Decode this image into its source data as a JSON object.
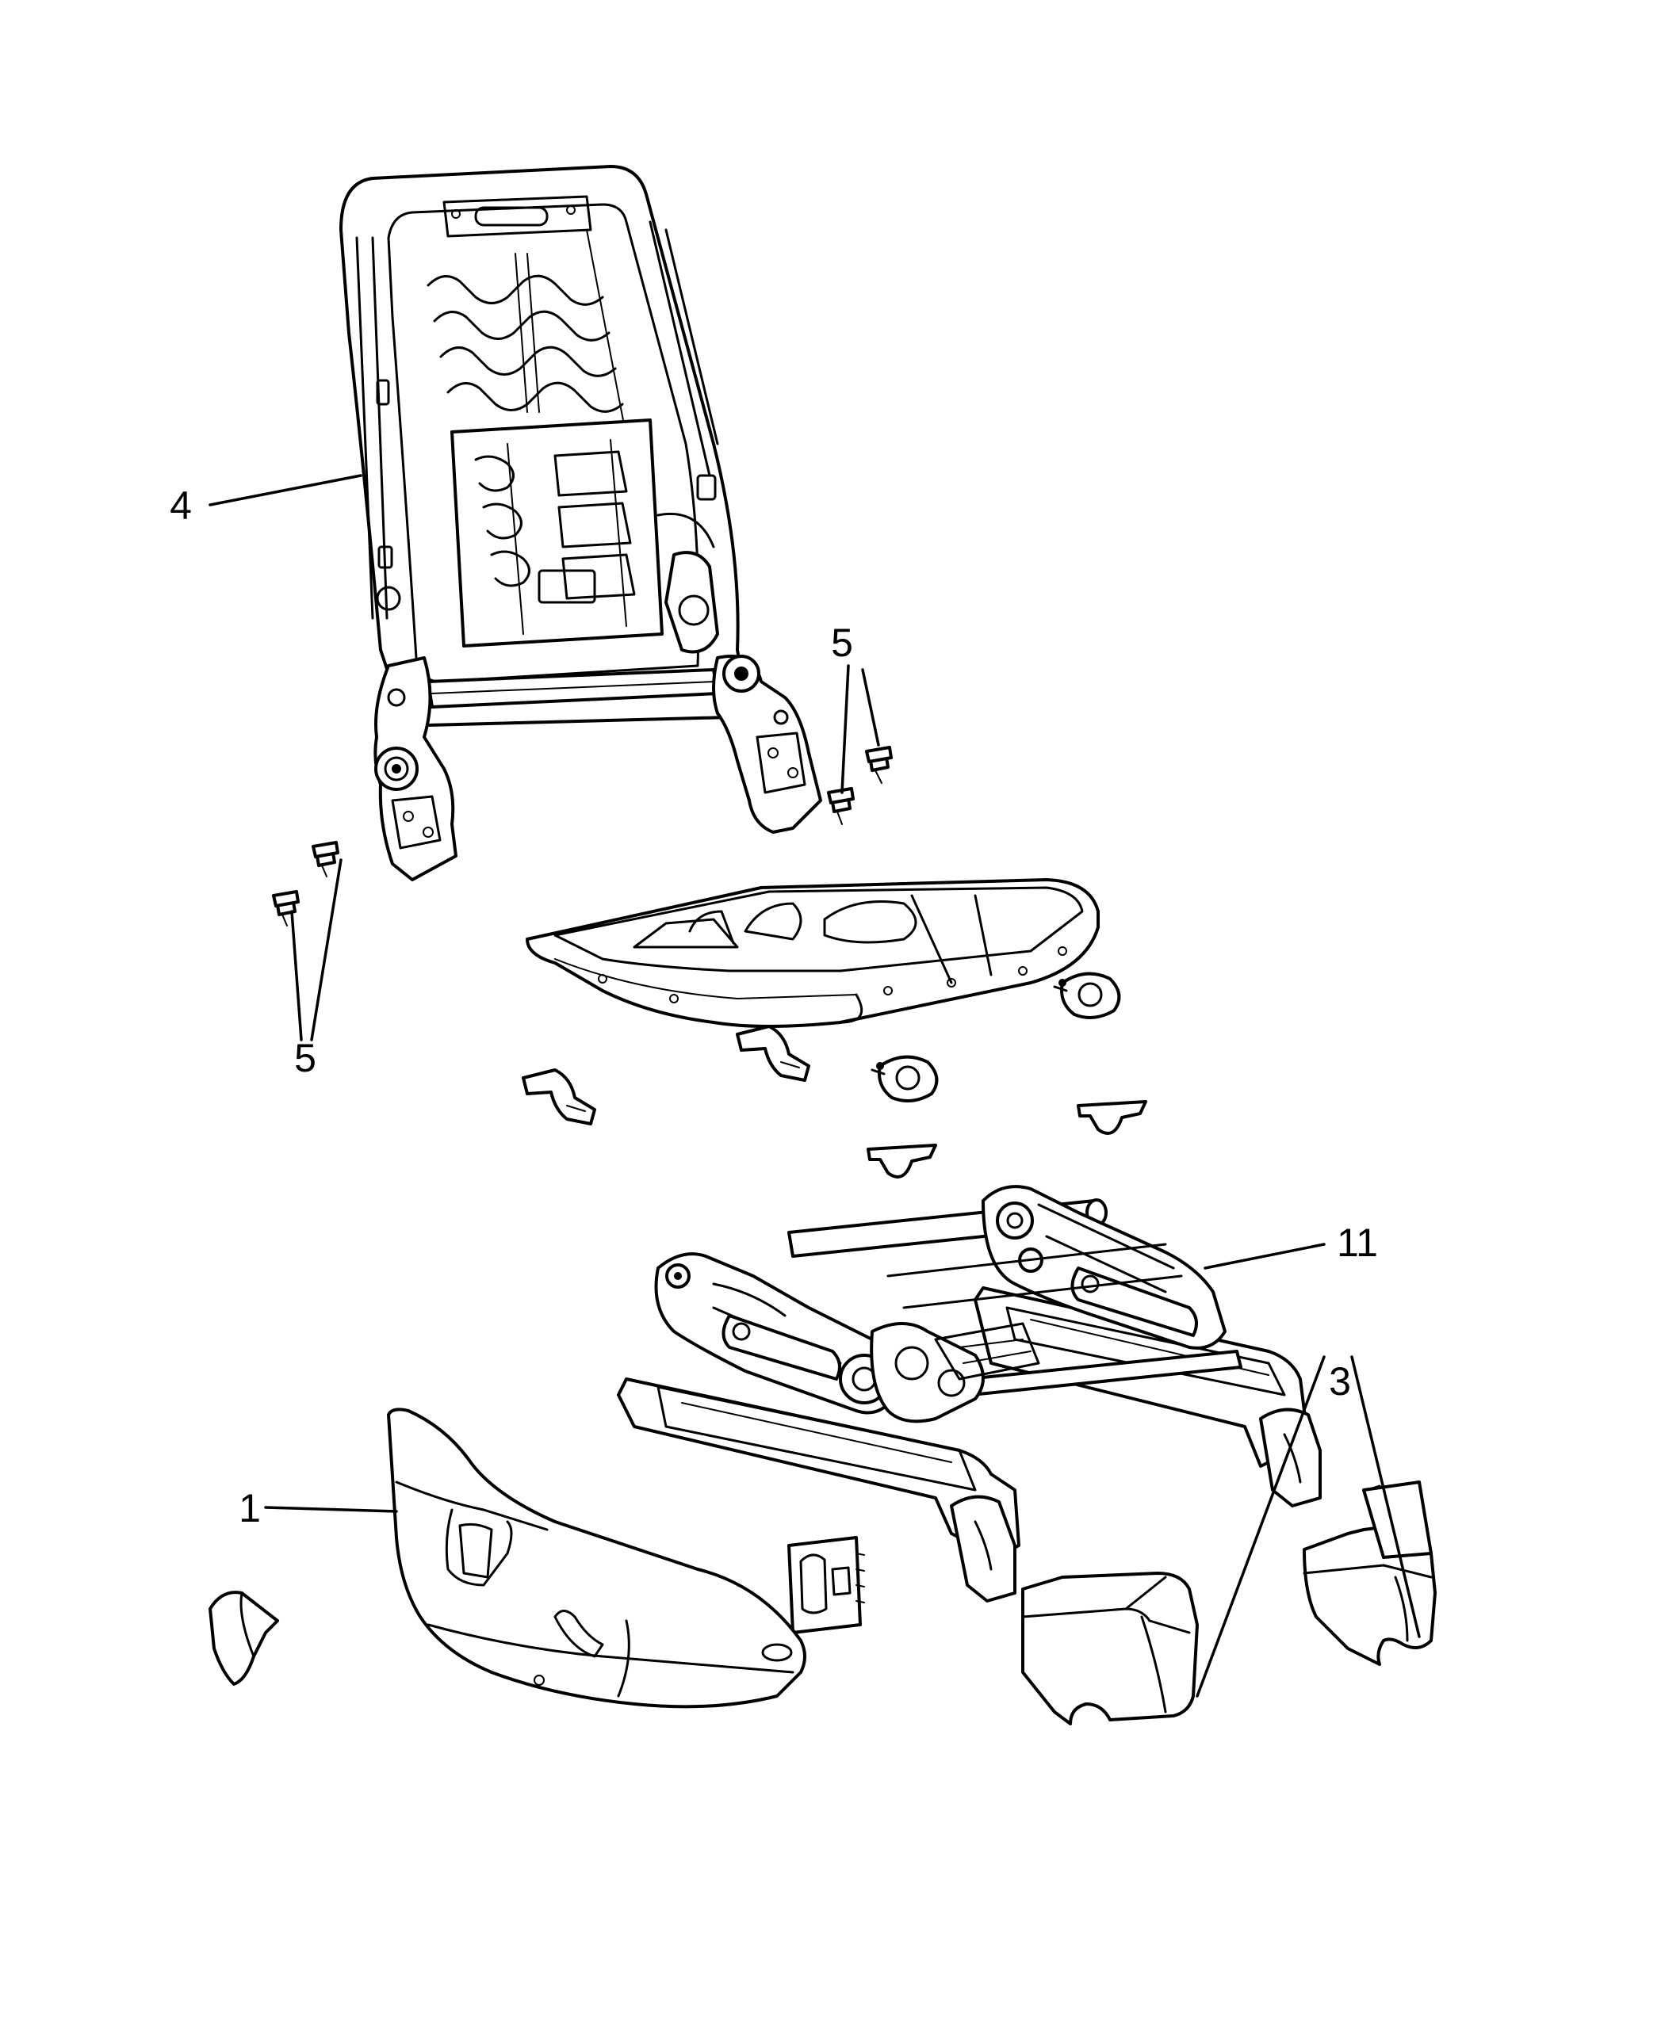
{
  "callouts": {
    "part_1": "1",
    "part_3": "3",
    "part_4": "4",
    "part_5_upper": "5",
    "part_5_lower": "5",
    "part_11": "11"
  },
  "colors": {
    "line": "#000000",
    "background": "#ffffff"
  }
}
